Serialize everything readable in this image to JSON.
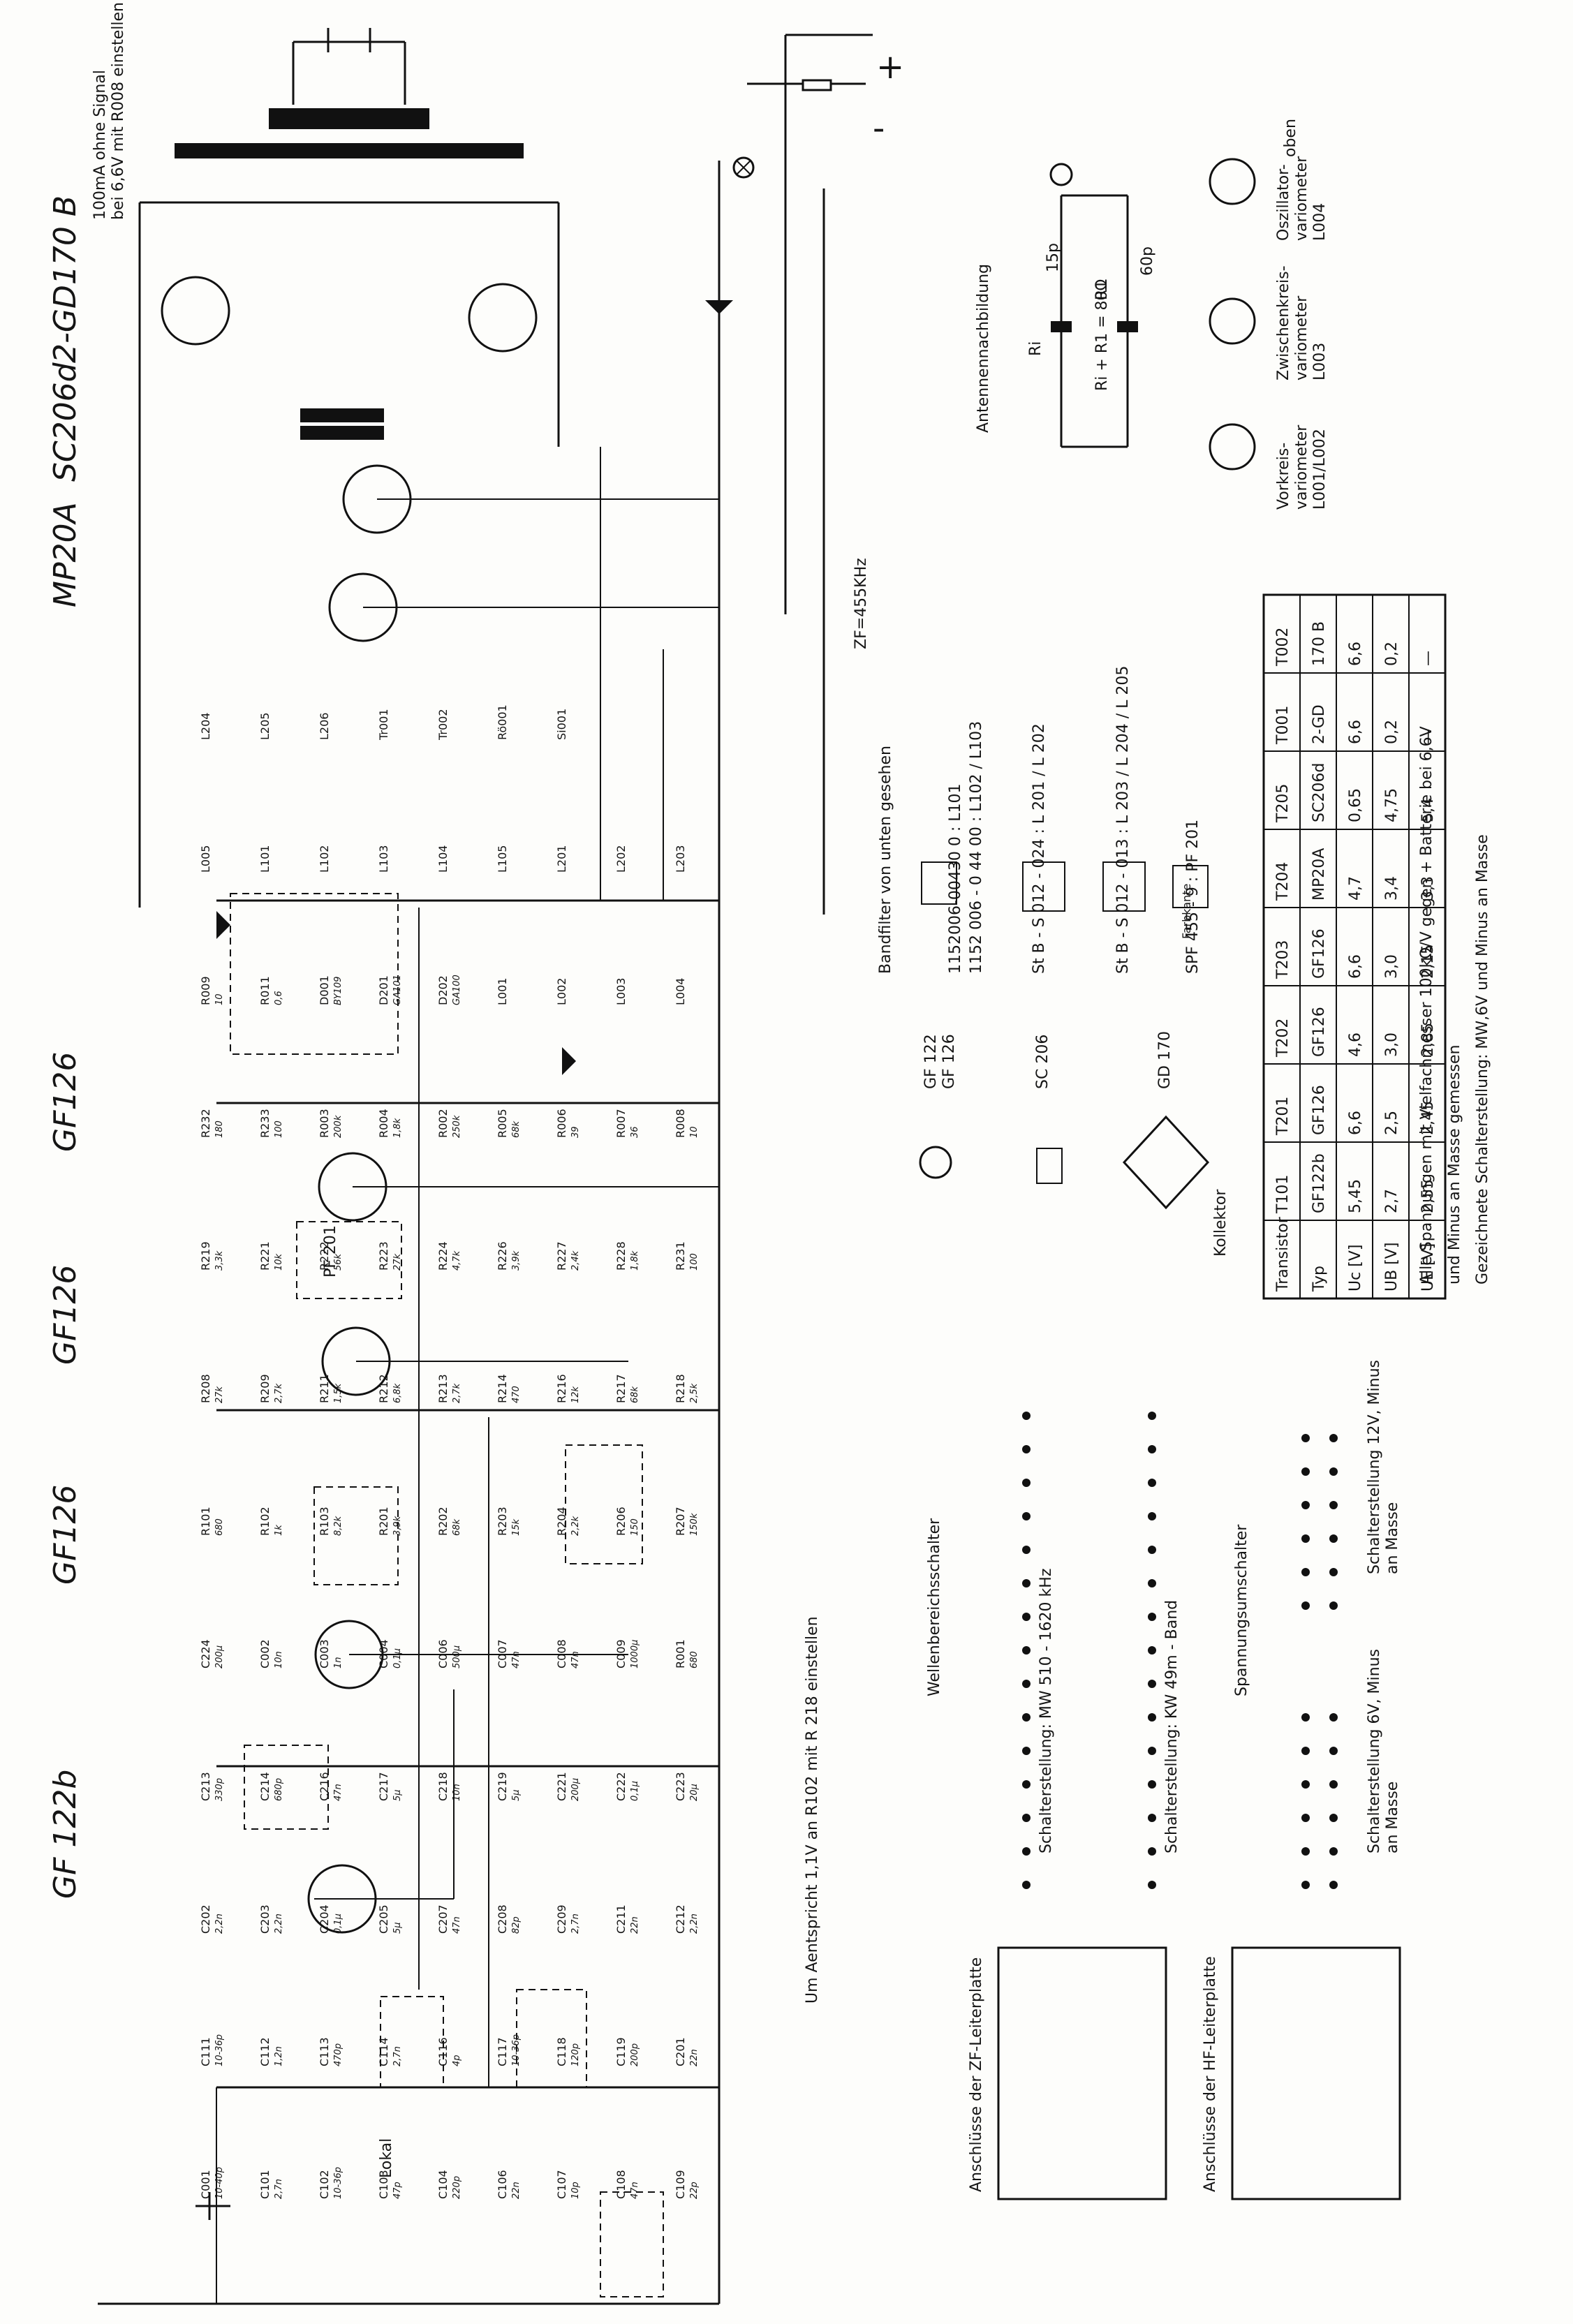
{
  "transistor_labels": [
    "GF 122b",
    "GF126",
    "GF126",
    "GF126",
    "MP20A",
    "SC206d",
    "2-GD170 B"
  ],
  "notes": {
    "top": "100mA ohne Signal\nbei 6,6V mit R008 einstellen",
    "zf": "ZF=455KHz",
    "bandfilter": "Bandfilter von unten gesehen",
    "r218": "Um Aentspricht 1,1V an R102 mit R 218 einstellen"
  },
  "components": [
    {
      "name": "C001",
      "value": "10-40p"
    },
    {
      "name": "C101",
      "value": "2,7n"
    },
    {
      "name": "C102",
      "value": "10-36p"
    },
    {
      "name": "C103",
      "value": "47p"
    },
    {
      "name": "C104",
      "value": "220p"
    },
    {
      "name": "C106",
      "value": "22n"
    },
    {
      "name": "C107",
      "value": "10p"
    },
    {
      "name": "C108",
      "value": "47n"
    },
    {
      "name": "C109",
      "value": "22p"
    },
    {
      "name": "C111",
      "value": "10-36p"
    },
    {
      "name": "C112",
      "value": "1,2n"
    },
    {
      "name": "C113",
      "value": "470p"
    },
    {
      "name": "C114",
      "value": "2,7n"
    },
    {
      "name": "C116",
      "value": "4p"
    },
    {
      "name": "C117",
      "value": "10-36p"
    },
    {
      "name": "C118",
      "value": "120p"
    },
    {
      "name": "C119",
      "value": "200p"
    },
    {
      "name": "C201",
      "value": "22n"
    },
    {
      "name": "C202",
      "value": "2,2n"
    },
    {
      "name": "C203",
      "value": "2,2n"
    },
    {
      "name": "C204",
      "value": "0,1µ"
    },
    {
      "name": "C205",
      "value": "5µ"
    },
    {
      "name": "C207",
      "value": "47n"
    },
    {
      "name": "C208",
      "value": "82p"
    },
    {
      "name": "C209",
      "value": "2,7n"
    },
    {
      "name": "C211",
      "value": "22n"
    },
    {
      "name": "C212",
      "value": "2,2n"
    },
    {
      "name": "C213",
      "value": "330p"
    },
    {
      "name": "C214",
      "value": "680p"
    },
    {
      "name": "C216",
      "value": "47n"
    },
    {
      "name": "C217",
      "value": "5µ"
    },
    {
      "name": "C218",
      "value": "10n"
    },
    {
      "name": "C219",
      "value": "5µ"
    },
    {
      "name": "C221",
      "value": "200µ"
    },
    {
      "name": "C222",
      "value": "0,1µ"
    },
    {
      "name": "C223",
      "value": "20µ"
    },
    {
      "name": "C224",
      "value": "200µ"
    },
    {
      "name": "C002",
      "value": "10n"
    },
    {
      "name": "C003",
      "value": "1n"
    },
    {
      "name": "C004",
      "value": "0,1µ"
    },
    {
      "name": "C006",
      "value": "500µ"
    },
    {
      "name": "C007",
      "value": "47n"
    },
    {
      "name": "C008",
      "value": "47n"
    },
    {
      "name": "C009",
      "value": "1000µ"
    },
    {
      "name": "R001",
      "value": "680"
    },
    {
      "name": "R101",
      "value": "680"
    },
    {
      "name": "R102",
      "value": "1k"
    },
    {
      "name": "R103",
      "value": "8,2k"
    },
    {
      "name": "R201",
      "value": "3,9k"
    },
    {
      "name": "R202",
      "value": "68k"
    },
    {
      "name": "R203",
      "value": "15k"
    },
    {
      "name": "R204",
      "value": "2,2k"
    },
    {
      "name": "R206",
      "value": "150"
    },
    {
      "name": "R207",
      "value": "150k"
    },
    {
      "name": "R208",
      "value": "27k"
    },
    {
      "name": "R209",
      "value": "2,7k"
    },
    {
      "name": "R211",
      "value": "1,5k"
    },
    {
      "name": "R212",
      "value": "6,8k"
    },
    {
      "name": "R213",
      "value": "2,7k"
    },
    {
      "name": "R214",
      "value": "470"
    },
    {
      "name": "R216",
      "value": "12k"
    },
    {
      "name": "R217",
      "value": "68k"
    },
    {
      "name": "R218",
      "value": "2,5k"
    },
    {
      "name": "R219",
      "value": "3,3k"
    },
    {
      "name": "R221",
      "value": "10k"
    },
    {
      "name": "R222",
      "value": "56k"
    },
    {
      "name": "R223",
      "value": "27k"
    },
    {
      "name": "R224",
      "value": "4,7k"
    },
    {
      "name": "R226",
      "value": "3,9k"
    },
    {
      "name": "R227",
      "value": "2,4k"
    },
    {
      "name": "R228",
      "value": "1,8k"
    },
    {
      "name": "R231",
      "value": "100"
    },
    {
      "name": "R232",
      "value": "180"
    },
    {
      "name": "R233",
      "value": "100"
    },
    {
      "name": "R003",
      "value": "200k"
    },
    {
      "name": "R004",
      "value": "1,8k"
    },
    {
      "name": "R002",
      "value": "250k"
    },
    {
      "name": "R005",
      "value": "68k"
    },
    {
      "name": "R006",
      "value": "39"
    },
    {
      "name": "R007",
      "value": "36"
    },
    {
      "name": "R008",
      "value": "10"
    },
    {
      "name": "R009",
      "value": "10"
    },
    {
      "name": "R011",
      "value": "0,6"
    },
    {
      "name": "D001",
      "value": "BY109"
    },
    {
      "name": "D201",
      "value": "GA101"
    },
    {
      "name": "D202",
      "value": "GA100"
    },
    {
      "name": "L001",
      "value": ""
    },
    {
      "name": "L002",
      "value": ""
    },
    {
      "name": "L003",
      "value": ""
    },
    {
      "name": "L004",
      "value": ""
    },
    {
      "name": "L005",
      "value": ""
    },
    {
      "name": "L101",
      "value": ""
    },
    {
      "name": "L102",
      "value": ""
    },
    {
      "name": "L103",
      "value": ""
    },
    {
      "name": "L104",
      "value": ""
    },
    {
      "name": "L105",
      "value": ""
    },
    {
      "name": "L201",
      "value": ""
    },
    {
      "name": "L202",
      "value": ""
    },
    {
      "name": "L203",
      "value": ""
    },
    {
      "name": "L204",
      "value": ""
    },
    {
      "name": "L205",
      "value": ""
    },
    {
      "name": "L206",
      "value": ""
    },
    {
      "name": "Tr001",
      "value": ""
    },
    {
      "name": "Tr002",
      "value": ""
    },
    {
      "name": "Rö001",
      "value": ""
    },
    {
      "name": "Si001",
      "value": ""
    }
  ],
  "labels": {
    "lokal": "Lokal",
    "kollektor": "Kollektor",
    "pf201": "PF 201",
    "antennen": "Antennennachbildung",
    "r1": "R1",
    "ri": "Ri",
    "r1ri": "Ri + R1 = 80Ω",
    "c15": "15p",
    "c60": "60p",
    "oben": "oben",
    "oszillator": "Oszillator-\nvariometer\nL004",
    "zwischenkreis": "Zwischenkreis-\nvariometer\nL003",
    "vorkreis": "Vorkreis-\nvariometer\nL001/L002",
    "wellenbereich": "Wellenbereichsschalter",
    "schalt_mw": "Schalterstellung: MW 510 - 1620 kHz",
    "schalt_kw": "Schalterstellung: KW 49m - Band",
    "spannung": "Spannungsumschalter",
    "schalt_6v": "Schalterstellung 6V, Minus\nan Masse",
    "schalt_12v": "Schalterstellung 12V, Minus\nan Masse",
    "zf_leiter": "Anschlüsse der ZF-Leiterplatte",
    "hf_leiter": "Anschlüsse der HF-Leiterplatte",
    "farbkante": "Farbkante",
    "gf122": "GF 122\nGF 126",
    "sc206": "SC 206",
    "gd170": "GD 170",
    "plus": "+",
    "minus": "-"
  },
  "bandfilters": [
    "1152006-00430 0 : L101",
    "1152 006 - 0 44 00 : L102 / L103",
    "St B - S 012 - 024 : L 201 / L 202",
    "St B - S 012 - 013 : L 203 / L 204 / L 205",
    "SPF 455 - 9 : PF 201"
  ],
  "voltage_table": {
    "headers": [
      "Transistor",
      "T101",
      "T201",
      "T202",
      "T203",
      "T204",
      "T205",
      "T001",
      "T002"
    ],
    "rows": [
      [
        "Typ",
        "GF122b",
        "GF126",
        "GF126",
        "GF126",
        "MP20A",
        "SC206d",
        "2-GD",
        "170 B"
      ],
      [
        "Uc [V]",
        "5,45",
        "6,6",
        "4,6",
        "6,6",
        "4,7",
        "0,65",
        "6,6",
        "6,6"
      ],
      [
        "UB [V]",
        "2,7",
        "2,5",
        "3,0",
        "3,0",
        "3,4",
        "4,75",
        "0,2",
        "0,2"
      ],
      [
        "UE [V]",
        "2,55",
        "2,45",
        "2,85",
        "2,15",
        "3,3",
        "5,4",
        "—",
        "—"
      ]
    ]
  },
  "footnotes": [
    "Alle Spannungen mit Vielfachmesser 100kΩ/V gegen + Batterie bei 6,6V",
    "und Minus an Masse gemessen",
    "Gezeichnete Schalterstellung: MW,6V und Minus an Masse"
  ]
}
